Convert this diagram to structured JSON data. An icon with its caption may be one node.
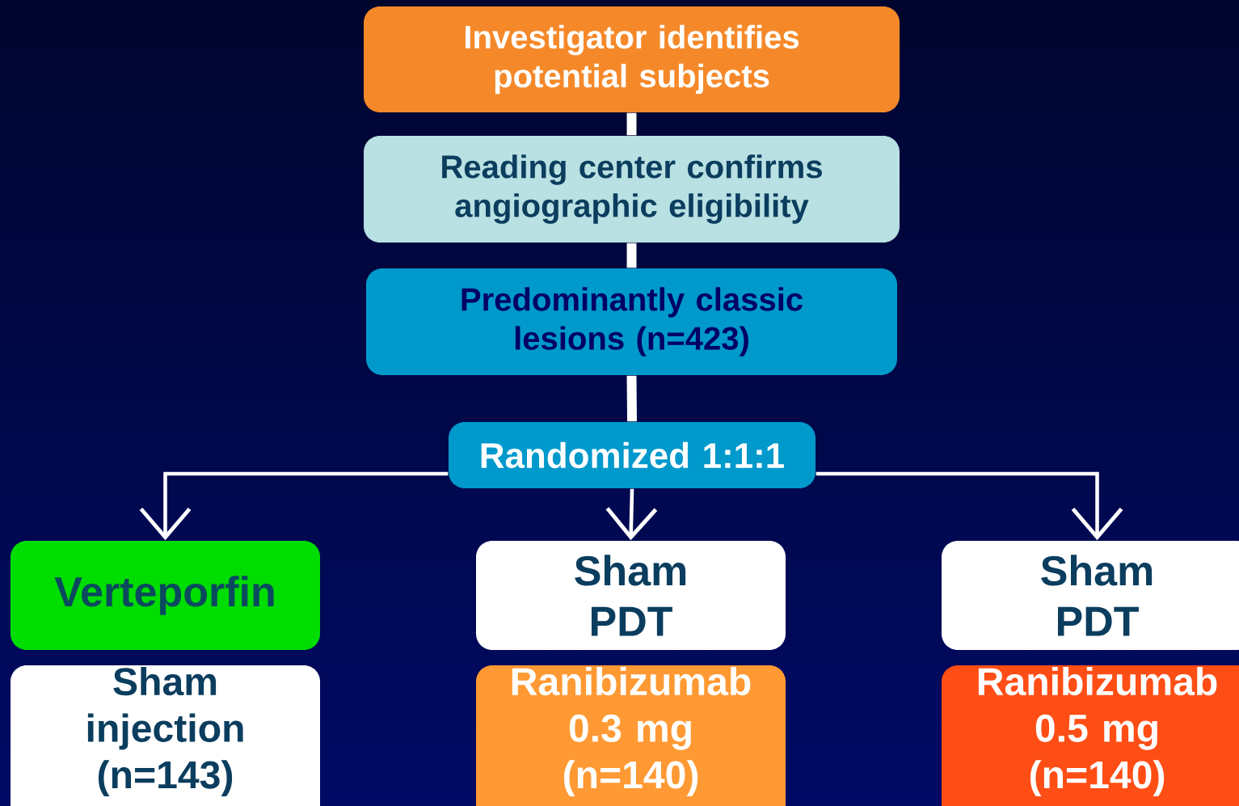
{
  "diagram": {
    "nodes": [
      {
        "text": [
          "Investigator identifies potential subjects"
        ]
      },
      {
        "text": [
          "Reading center confirms angiographic eligibility"
        ]
      },
      {
        "text": [
          "Predominantly classic lesions (n=423)"
        ]
      },
      {
        "text": [
          "Randomized 1:1:1"
        ]
      },
      {
        "text": [
          "Verteporfin"
        ]
      },
      {
        "text": [
          "Sham injection (n=143)"
        ]
      },
      {
        "text": [
          "Sham PDT"
        ]
      },
      {
        "text": [
          "Ranibizumab 0.3 mg (n=140)"
        ]
      },
      {
        "text": [
          "Sham PDT"
        ]
      },
      {
        "text": [
          "Ranibizumab 0.5 mg (n=140)"
        ]
      }
    ],
    "edges": [
      {
        "from": 0,
        "to": 1,
        "arrow": "none",
        "style": "thick"
      },
      {
        "from": 1,
        "to": 2,
        "arrow": "none",
        "style": "thick"
      },
      {
        "from": 2,
        "to": 3,
        "arrow": "none",
        "style": "thick"
      },
      {
        "from": 3,
        "to": 4,
        "arrow": "to"
      },
      {
        "from": 3,
        "to": 6,
        "arrow": "to"
      },
      {
        "from": 3,
        "to": 8,
        "arrow": "to"
      }
    ]
  }
}
